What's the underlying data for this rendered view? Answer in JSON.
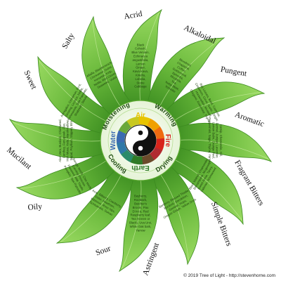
{
  "categories": [
    {
      "name": "Acrid",
      "herbs": [
        "Black",
        "Cohosh,",
        "Blue Vervain,",
        "Echinacea",
        "angustifolia,",
        "Lemon",
        "Ginger,",
        "Kava Kava,",
        "Kinella,",
        "Lobelia,",
        "Stone",
        "Cabbage"
      ]
    },
    {
      "name": "Alkaloidal",
      "herbs": [
        "Bloodroot,",
        "Chaparral,",
        "Coffee,",
        "Goldenseal,",
        "Ephedra,",
        "Rhodiola,",
        "Tea,",
        "Yerba Mate,",
        "Yohimbe"
      ]
    },
    {
      "name": "Pungent",
      "herbs": [
        "Bay Leaves, Basil, Cayenne,",
        "Cinnamon, Clove, Garlic, Ginger,",
        "Horseradish, Mustard,",
        "Oregano, Rosemary, Thyme"
      ]
    },
    {
      "name": "Aromatic",
      "herbs": [
        "Catnip, Chamomile, Dill,",
        "Fennel, Juniper, Lavender,",
        "Lemon Balm, Orange Peel,",
        "Peppermint, Sage, Thyme, Yarrow"
      ]
    },
    {
      "name": "Fragrant Bitters",
      "herbs": [
        "Black Walnut, Chamomile,",
        "Elecampane, Mugwort,",
        "Sweet Annie, Tansy,",
        "Valerian, Wormwood"
      ]
    },
    {
      "name": "Simple Bitters",
      "herbs": [
        "Barberry, Blessed Thistle,",
        "Burdock, Dandelion,",
        "Gentian, Hops,",
        "Oregon Grape, Yellow Dock"
      ]
    },
    {
      "name": "Astringent",
      "herbs": [
        "Bayberry,",
        "Rootbark,",
        "Butcher's",
        "Broom, Pau",
        "D'Arco, Red",
        "Raspberry leaf,",
        "Tea (Green or",
        "Black), Uva Ursi,",
        "White Oak bark,",
        "Yarrow"
      ]
    },
    {
      "name": "Sour",
      "herbs": [
        "Acai, Bilberry, Cranberry,",
        "Elder, Hawthorn,",
        "Hibiscus, Rose hips,",
        "Schisandra, Sumac"
      ]
    },
    {
      "name": "Oily",
      "herbs": [
        "Borage seeds, Chia seeds,",
        "Evening Primrose,",
        "Flaxseed, Milk Thistle,",
        "Pumpkin, Saw Palmetto"
      ]
    },
    {
      "name": "Mucilant",
      "herbs": [
        "Aloe Vera, Burdock, Chickweed,",
        "Comfrey, Fenugreek, Flax,",
        "Irish Moss, Kelp, Marshmallow,",
        "Nopal, Psyllium, Slippery Elm"
      ]
    },
    {
      "name": "Sweet",
      "herbs": [
        "Astragalus, Cinnamon, Fo-ti,",
        "Ginseng, Licorice, Nettle,",
        "Rehmannia, Saw Palmetto,",
        "Shatavari, Stevia"
      ]
    },
    {
      "name": "Salty",
      "herbs": [
        "Alfalfa, Bladderwrack,",
        "Chickweed, Dulse,",
        "Horsetail, Kelp,",
        "Nettle, Red Clover,",
        "Seaweed, Violet"
      ]
    }
  ],
  "ring_labels": [
    "Moistening",
    "Warming",
    "Drying",
    "Cooling"
  ],
  "elements": [
    {
      "name": "Air",
      "color": "#e8c400"
    },
    {
      "name": "Fire",
      "color": "#d8231b"
    },
    {
      "name": "Earth",
      "color": "#2f7a27"
    },
    {
      "name": "Water",
      "color": "#3a6ab1"
    }
  ],
  "colors": {
    "leaf_light": "#8ed35a",
    "leaf_dark": "#3e8f22",
    "ring": "#cfe9b6",
    "text_green": "#1f4a12"
  },
  "copyright": "© 2019 Tree of Light - http://stevenhorne.com"
}
